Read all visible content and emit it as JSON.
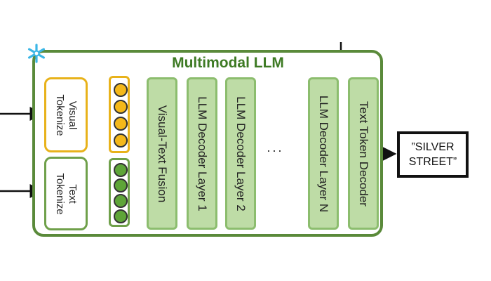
{
  "diagram": {
    "title": "Multimodal LLM",
    "visual_tokenizer_label": "Visual Tokenize",
    "text_tokenizer_label": "Text Tokenize",
    "visual_tokens": 4,
    "text_tokens": 4,
    "layers": [
      "Visual-Text Fusion",
      "LLM Decoder Layer 1",
      "LLM Decoder Layer 2",
      "LLM Decoder Layer N",
      "Text Token Decoder"
    ],
    "ellipsis": "···",
    "output": "”SILVER STREET”",
    "colors": {
      "frame": "#5a8a3a",
      "visual": "#e8b21a",
      "text": "#6fa04a",
      "layer_fill": "#bedca6",
      "snowflake": "#3bb6e6"
    },
    "icons": [
      "snowflake-icon"
    ]
  }
}
